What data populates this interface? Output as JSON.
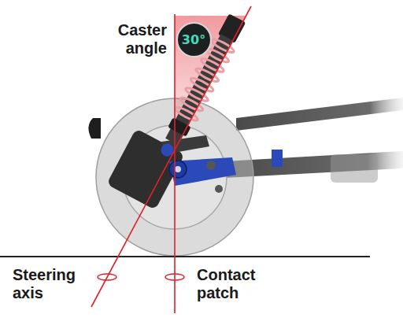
{
  "diagram": {
    "nodes": [
      {
        "text": [
          "30°"
        ]
      }
    ],
    "labels": [
      "Caster angle",
      "Steering axis",
      "Contact patch"
    ]
  }
}
